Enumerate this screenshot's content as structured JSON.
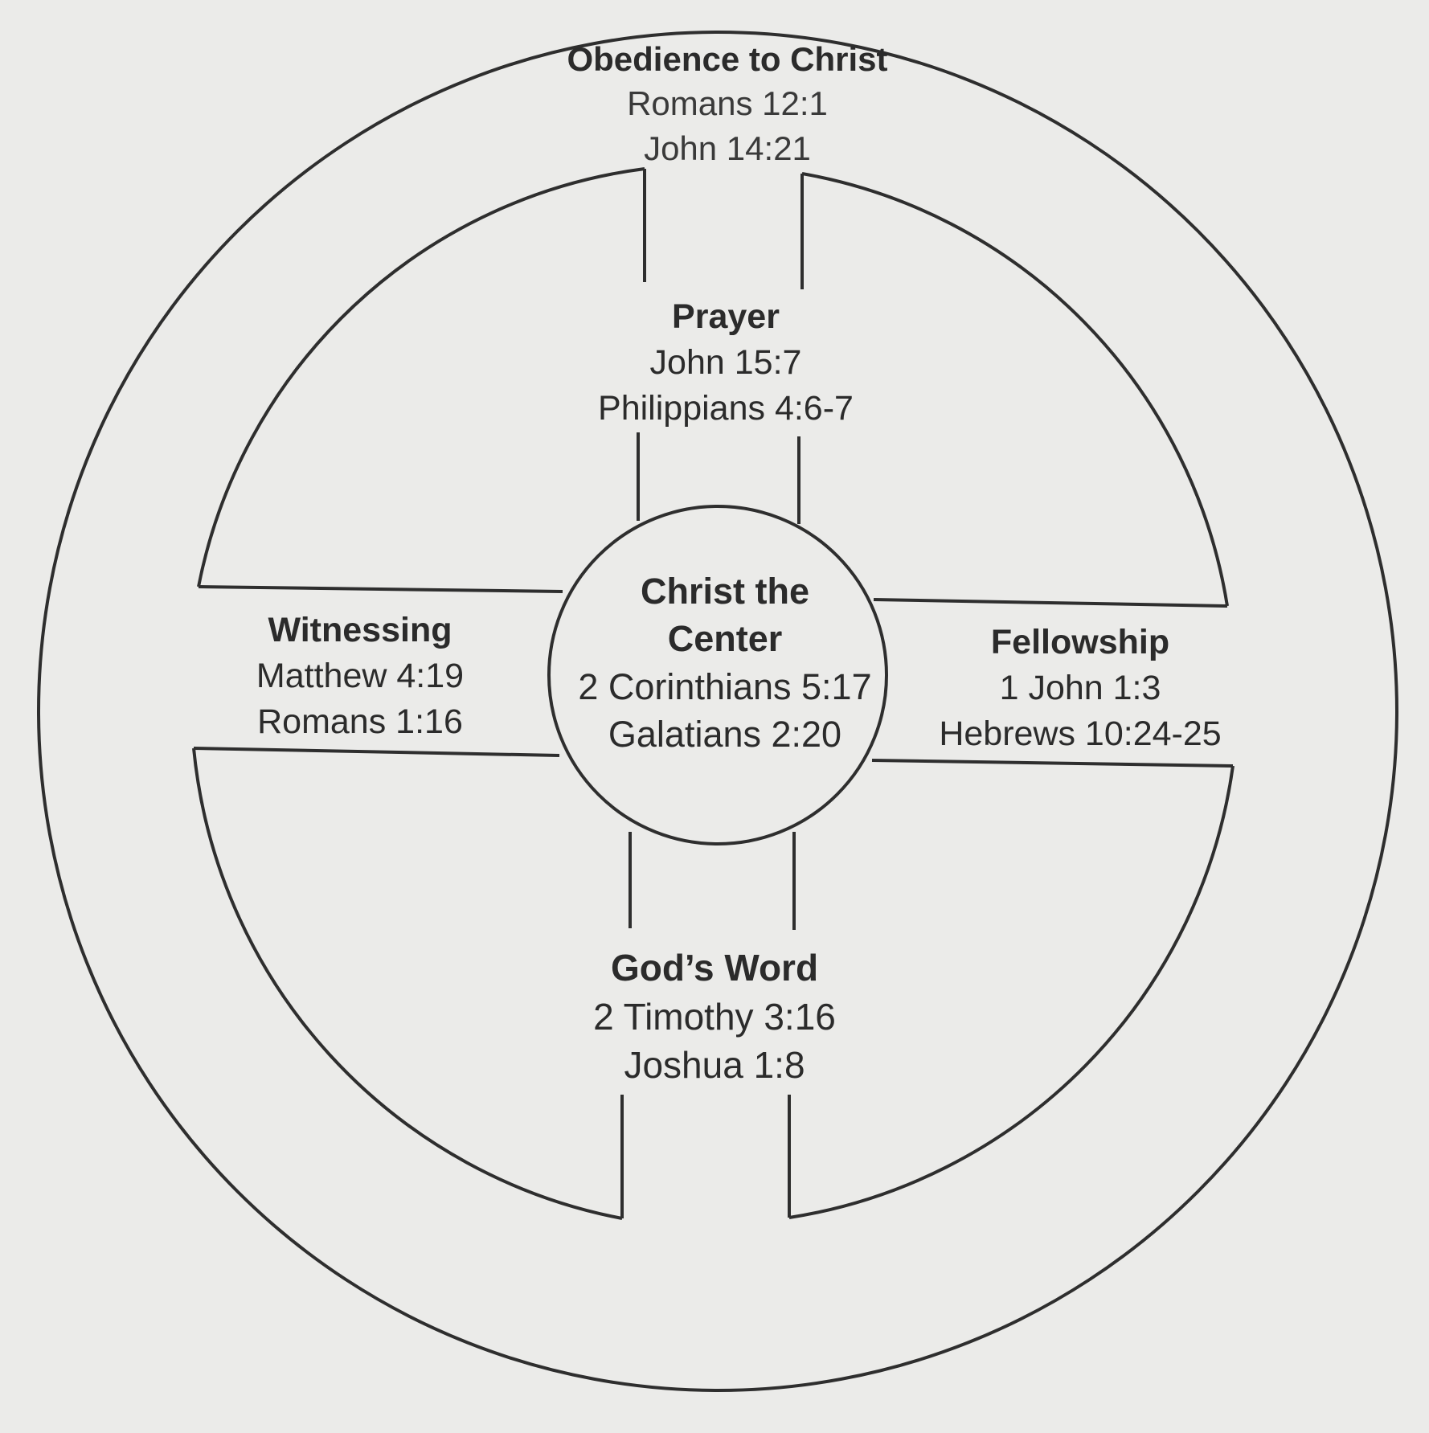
{
  "diagram": {
    "outer": {
      "title": "Obedience  to Christ",
      "refs": [
        "Romans 12:1",
        "John 14:21"
      ]
    },
    "center": {
      "title_line1": "Christ the",
      "title_line2": "Center",
      "refs": [
        "2 Corinthians 5:17",
        "Galatians 2:20"
      ]
    },
    "spokes": {
      "top": {
        "title": "Prayer",
        "refs": [
          "John 15:7",
          "Philippians 4:6-7"
        ]
      },
      "left": {
        "title": "Witnessing",
        "refs": [
          "Matthew 4:19",
          "Romans 1:16"
        ]
      },
      "right": {
        "title": "Fellowship",
        "refs": [
          "1 John 1:3",
          "Hebrews 10:24-25"
        ]
      },
      "bottom": {
        "title": "God’s Word",
        "refs": [
          "2 Timothy 3:16",
          "Joshua 1:8"
        ]
      }
    },
    "colors": {
      "line": "#2e2e2e",
      "text": "#2b2b2b",
      "paper": "#ebebe9"
    }
  }
}
